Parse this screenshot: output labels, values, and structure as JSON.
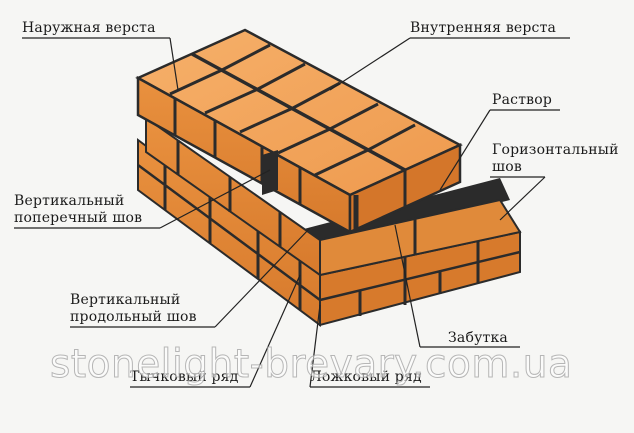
{
  "labels": {
    "outer_course": "Наружная верста",
    "inner_course": "Внутренняя верста",
    "mortar": "Раствор",
    "horizontal_joint_line1": "Горизонтальный",
    "horizontal_joint_line2": "шов",
    "vertical_cross_joint_line1": "Вертикальный",
    "vertical_cross_joint_line2": "поперечный шов",
    "vertical_long_joint_line1": "Вертикальный",
    "vertical_long_joint_line2": "продольный шов",
    "rubble_fill": "Забутка",
    "header_row": "Тычковый ряд",
    "stretcher_row": "Ложковый ряд"
  },
  "watermark": "stonelight-brevary.com.ua",
  "colors": {
    "brick_top": "#f2a25a",
    "brick_front": "#e38a3c",
    "brick_side": "#c96c25",
    "mortar": "#2b2b2b",
    "leader": "#222222"
  }
}
